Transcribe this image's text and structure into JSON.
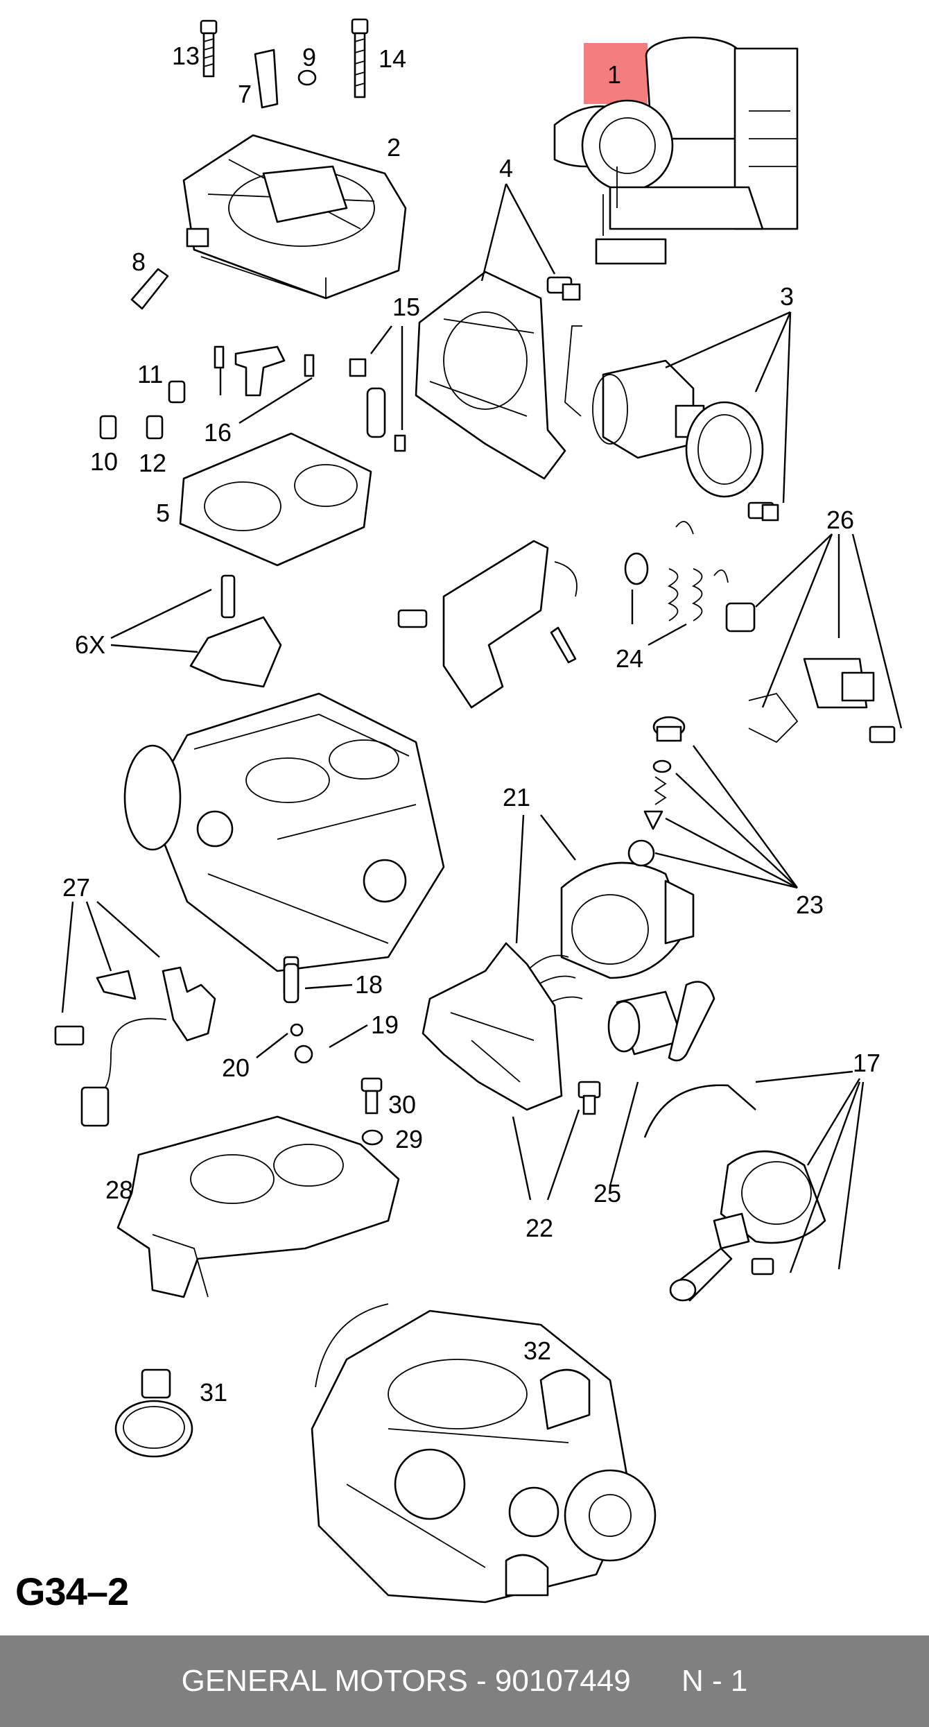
{
  "diagram": {
    "code": "G34–2",
    "highlight_color": "#f47d7d",
    "labels": [
      "1",
      "2",
      "3",
      "4",
      "5",
      "6X",
      "7",
      "8",
      "9",
      "10",
      "11",
      "12",
      "13",
      "14",
      "15",
      "16",
      "17",
      "18",
      "19",
      "20",
      "21",
      "22",
      "23",
      "24",
      "25",
      "26",
      "27",
      "28",
      "29",
      "30",
      "31",
      "32"
    ]
  },
  "footer": {
    "brand": "GENERAL MOTORS",
    "separator": " - ",
    "part_number": "90107449",
    "quantity": "N - 1",
    "background": "#808080"
  }
}
